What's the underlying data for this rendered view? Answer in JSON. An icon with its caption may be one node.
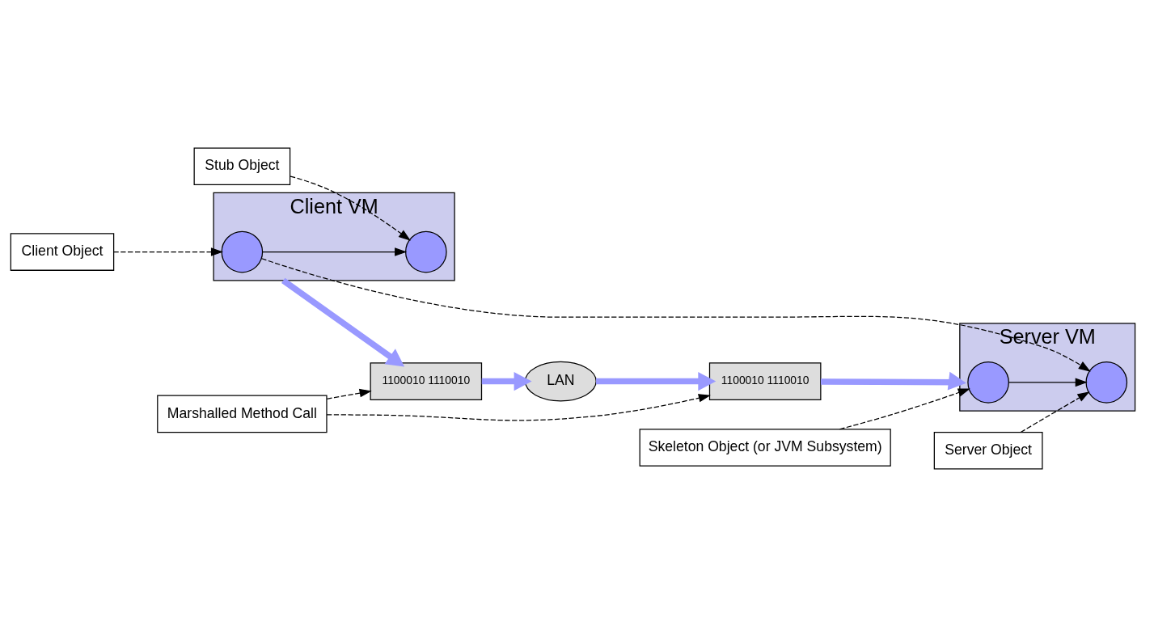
{
  "diagram": {
    "nodes": [
      {
        "text": [
          "Client VM"
        ]
      },
      {
        "text": [],
        "shape": "circle",
        "in": 0
      },
      {
        "text": [],
        "shape": "circle",
        "in": 0
      },
      {
        "text": [
          "Server VM"
        ]
      },
      {
        "text": [],
        "shape": "circle",
        "in": 3
      },
      {
        "text": [],
        "shape": "circle",
        "in": 3
      },
      {
        "text": [
          "Marshalled Method Call"
        ]
      },
      {
        "text": [
          "1100010 1110010"
        ]
      },
      {
        "text": [
          "1100010 1110010"
        ]
      },
      {
        "text": [
          "LAN"
        ]
      },
      {
        "text": [
          "Client Object"
        ]
      },
      {
        "text": [
          "Stub Object"
        ]
      },
      {
        "text": [
          "Skeleton Object (or JVM Subsystem)"
        ]
      },
      {
        "text": [
          "Server Object"
        ]
      }
    ],
    "edges": [
      {
        "from": 1,
        "to": 5,
        "arrow": "to",
        "style": "dashed"
      },
      {
        "from": 1,
        "to": 2,
        "arrow": "to"
      },
      {
        "from": 4,
        "to": 5,
        "arrow": "to"
      },
      {
        "from": 10,
        "to": 1,
        "arrow": "to",
        "style": "dashed"
      },
      {
        "from": 11,
        "to": 2,
        "arrow": "to",
        "style": "dashed"
      },
      {
        "from": 12,
        "to": 4,
        "arrow": "to",
        "style": "dashed"
      },
      {
        "from": 13,
        "to": 5,
        "arrow": "to",
        "style": "dashed"
      },
      {
        "from": 6,
        "to": 7,
        "arrow": "to",
        "style": "dashed"
      },
      {
        "from": 6,
        "to": 8,
        "arrow": "to",
        "style": "dashed"
      },
      {
        "from": 0,
        "to": 7,
        "arrow": "to",
        "style": "thick",
        "color": "#9999ff"
      },
      {
        "from": 7,
        "to": 9,
        "arrow": "to",
        "style": "thick",
        "color": "#9999ff"
      },
      {
        "from": 9,
        "to": 8,
        "arrow": "to",
        "style": "thick",
        "color": "#9999ff"
      },
      {
        "from": 8,
        "to": 3,
        "arrow": "to",
        "style": "thick",
        "color": "#9999ff"
      }
    ]
  }
}
